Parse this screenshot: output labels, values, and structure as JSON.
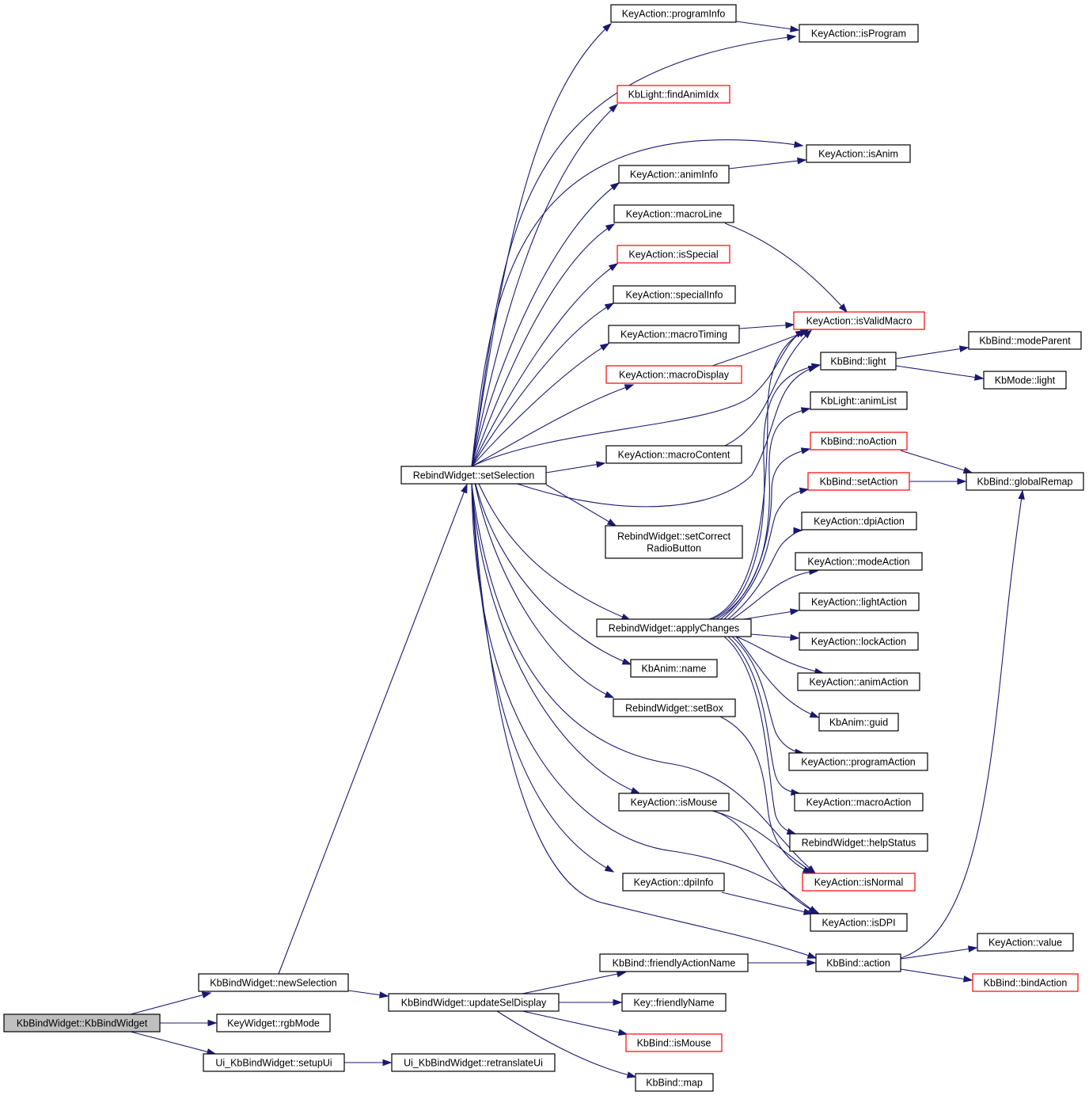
{
  "colors": {
    "edge": "#191970",
    "border_normal": "#000000",
    "border_truncated": "#ff0000",
    "root_fill": "#bfbfbf",
    "node_fill": "#ffffff"
  },
  "nodes": [
    {
      "id": "root",
      "label": "KbBindWidget::KbBindWidget",
      "style": "root"
    },
    {
      "id": "newSelection",
      "label": "KbBindWidget::newSelection",
      "style": "normal"
    },
    {
      "id": "rgbMode",
      "label": "KeyWidget::rgbMode",
      "style": "normal"
    },
    {
      "id": "setupUi",
      "label": "Ui_KbBindWidget::setupUi",
      "style": "normal"
    },
    {
      "id": "retranslateUi",
      "label": "Ui_KbBindWidget::retranslateUi",
      "style": "normal"
    },
    {
      "id": "updateSelDisplay",
      "label": "KbBindWidget::updateSelDisplay",
      "style": "normal"
    },
    {
      "id": "setSelection",
      "label": "RebindWidget::setSelection",
      "style": "normal"
    },
    {
      "id": "programInfo",
      "label": "KeyAction::programInfo",
      "style": "normal"
    },
    {
      "id": "findAnimIdx",
      "label": "KbLight::findAnimIdx",
      "style": "red"
    },
    {
      "id": "animInfo",
      "label": "KeyAction::animInfo",
      "style": "normal"
    },
    {
      "id": "macroLine",
      "label": "KeyAction::macroLine",
      "style": "normal"
    },
    {
      "id": "isSpecial",
      "label": "KeyAction::isSpecial",
      "style": "red"
    },
    {
      "id": "specialInfo",
      "label": "KeyAction::specialInfo",
      "style": "normal"
    },
    {
      "id": "macroTiming",
      "label": "KeyAction::macroTiming",
      "style": "normal"
    },
    {
      "id": "macroDisplay",
      "label": "KeyAction::macroDisplay",
      "style": "red"
    },
    {
      "id": "macroContent",
      "label": "KeyAction::macroContent",
      "style": "normal"
    },
    {
      "id": "setCorrectRadioButton",
      "label": "RebindWidget::setCorrect\nRadioButton",
      "style": "normal"
    },
    {
      "id": "applyChanges",
      "label": "RebindWidget::applyChanges",
      "style": "normal"
    },
    {
      "id": "kbAnimName",
      "label": "KbAnim::name",
      "style": "normal"
    },
    {
      "id": "setBox",
      "label": "RebindWidget::setBox",
      "style": "normal"
    },
    {
      "id": "keyActionIsMouse",
      "label": "KeyAction::isMouse",
      "style": "normal"
    },
    {
      "id": "dpiInfo",
      "label": "KeyAction::dpiInfo",
      "style": "normal"
    },
    {
      "id": "isProgram",
      "label": "KeyAction::isProgram",
      "style": "normal"
    },
    {
      "id": "isAnim",
      "label": "KeyAction::isAnim",
      "style": "normal"
    },
    {
      "id": "isValidMacro",
      "label": "KeyAction::isValidMacro",
      "style": "red"
    },
    {
      "id": "kbBindLight",
      "label": "KbBind::light",
      "style": "normal"
    },
    {
      "id": "animList",
      "label": "KbLight::animList",
      "style": "normal"
    },
    {
      "id": "noAction",
      "label": "KbBind::noAction",
      "style": "red"
    },
    {
      "id": "setAction",
      "label": "KbBind::setAction",
      "style": "red"
    },
    {
      "id": "dpiAction",
      "label": "KeyAction::dpiAction",
      "style": "normal"
    },
    {
      "id": "modeAction",
      "label": "KeyAction::modeAction",
      "style": "normal"
    },
    {
      "id": "lightAction",
      "label": "KeyAction::lightAction",
      "style": "normal"
    },
    {
      "id": "lockAction",
      "label": "KeyAction::lockAction",
      "style": "normal"
    },
    {
      "id": "animAction",
      "label": "KeyAction::animAction",
      "style": "normal"
    },
    {
      "id": "guid",
      "label": "KbAnim::guid",
      "style": "normal"
    },
    {
      "id": "programAction",
      "label": "KeyAction::programAction",
      "style": "normal"
    },
    {
      "id": "macroAction",
      "label": "KeyAction::macroAction",
      "style": "normal"
    },
    {
      "id": "helpStatus",
      "label": "RebindWidget::helpStatus",
      "style": "normal"
    },
    {
      "id": "isNormal",
      "label": "KeyAction::isNormal",
      "style": "red"
    },
    {
      "id": "isDPI",
      "label": "KeyAction::isDPI",
      "style": "normal"
    },
    {
      "id": "kbBindAction",
      "label": "KbBind::action",
      "style": "normal"
    },
    {
      "id": "friendlyActionName",
      "label": "KbBind::friendlyActionName",
      "style": "normal"
    },
    {
      "id": "friendlyName",
      "label": "Key::friendlyName",
      "style": "normal"
    },
    {
      "id": "kbBindIsMouse",
      "label": "KbBind::isMouse",
      "style": "red"
    },
    {
      "id": "kbBindMap",
      "label": "KbBind::map",
      "style": "normal"
    },
    {
      "id": "modeParent",
      "label": "KbBind::modeParent",
      "style": "normal"
    },
    {
      "id": "kbModeLight",
      "label": "KbMode::light",
      "style": "normal"
    },
    {
      "id": "globalRemap",
      "label": "KbBind::globalRemap",
      "style": "normal"
    },
    {
      "id": "keyActionValue",
      "label": "KeyAction::value",
      "style": "normal"
    },
    {
      "id": "bindAction",
      "label": "KbBind::bindAction",
      "style": "red"
    }
  ],
  "edges": [
    [
      "root",
      "newSelection"
    ],
    [
      "root",
      "rgbMode"
    ],
    [
      "root",
      "setupUi"
    ],
    [
      "setupUi",
      "retranslateUi"
    ],
    [
      "newSelection",
      "setSelection"
    ],
    [
      "newSelection",
      "updateSelDisplay"
    ],
    [
      "updateSelDisplay",
      "friendlyActionName"
    ],
    [
      "updateSelDisplay",
      "friendlyName"
    ],
    [
      "updateSelDisplay",
      "kbBindIsMouse"
    ],
    [
      "updateSelDisplay",
      "kbBindMap"
    ],
    [
      "friendlyActionName",
      "kbBindAction"
    ],
    [
      "setSelection",
      "programInfo"
    ],
    [
      "setSelection",
      "isProgram"
    ],
    [
      "setSelection",
      "findAnimIdx"
    ],
    [
      "setSelection",
      "isAnim"
    ],
    [
      "setSelection",
      "animInfo"
    ],
    [
      "setSelection",
      "macroLine"
    ],
    [
      "setSelection",
      "isSpecial"
    ],
    [
      "setSelection",
      "specialInfo"
    ],
    [
      "setSelection",
      "macroTiming"
    ],
    [
      "setSelection",
      "macroDisplay"
    ],
    [
      "setSelection",
      "isValidMacro"
    ],
    [
      "setSelection",
      "macroContent"
    ],
    [
      "setSelection",
      "kbBindLight"
    ],
    [
      "setSelection",
      "setCorrectRadioButton"
    ],
    [
      "setSelection",
      "applyChanges"
    ],
    [
      "setSelection",
      "kbAnimName"
    ],
    [
      "setSelection",
      "setBox"
    ],
    [
      "setSelection",
      "keyActionIsMouse"
    ],
    [
      "setSelection",
      "isNormal"
    ],
    [
      "setSelection",
      "dpiInfo"
    ],
    [
      "setSelection",
      "isDPI"
    ],
    [
      "setSelection",
      "kbBindAction"
    ],
    [
      "programInfo",
      "isProgram"
    ],
    [
      "animInfo",
      "isAnim"
    ],
    [
      "macroLine",
      "isValidMacro"
    ],
    [
      "macroTiming",
      "isValidMacro"
    ],
    [
      "macroDisplay",
      "isValidMacro"
    ],
    [
      "macroContent",
      "isValidMacro"
    ],
    [
      "applyChanges",
      "isValidMacro"
    ],
    [
      "applyChanges",
      "kbBindLight"
    ],
    [
      "applyChanges",
      "animList"
    ],
    [
      "applyChanges",
      "noAction"
    ],
    [
      "applyChanges",
      "setAction"
    ],
    [
      "applyChanges",
      "dpiAction"
    ],
    [
      "applyChanges",
      "modeAction"
    ],
    [
      "applyChanges",
      "lightAction"
    ],
    [
      "applyChanges",
      "lockAction"
    ],
    [
      "applyChanges",
      "animAction"
    ],
    [
      "applyChanges",
      "guid"
    ],
    [
      "applyChanges",
      "programAction"
    ],
    [
      "applyChanges",
      "macroAction"
    ],
    [
      "applyChanges",
      "helpStatus"
    ],
    [
      "setBox",
      "isNormal"
    ],
    [
      "keyActionIsMouse",
      "isNormal"
    ],
    [
      "keyActionIsMouse",
      "isDPI"
    ],
    [
      "dpiInfo",
      "isDPI"
    ],
    [
      "kbBindLight",
      "modeParent"
    ],
    [
      "kbBindLight",
      "kbModeLight"
    ],
    [
      "noAction",
      "globalRemap"
    ],
    [
      "setAction",
      "globalRemap"
    ],
    [
      "kbBindAction",
      "globalRemap"
    ],
    [
      "kbBindAction",
      "keyActionValue"
    ],
    [
      "kbBindAction",
      "bindAction"
    ]
  ]
}
